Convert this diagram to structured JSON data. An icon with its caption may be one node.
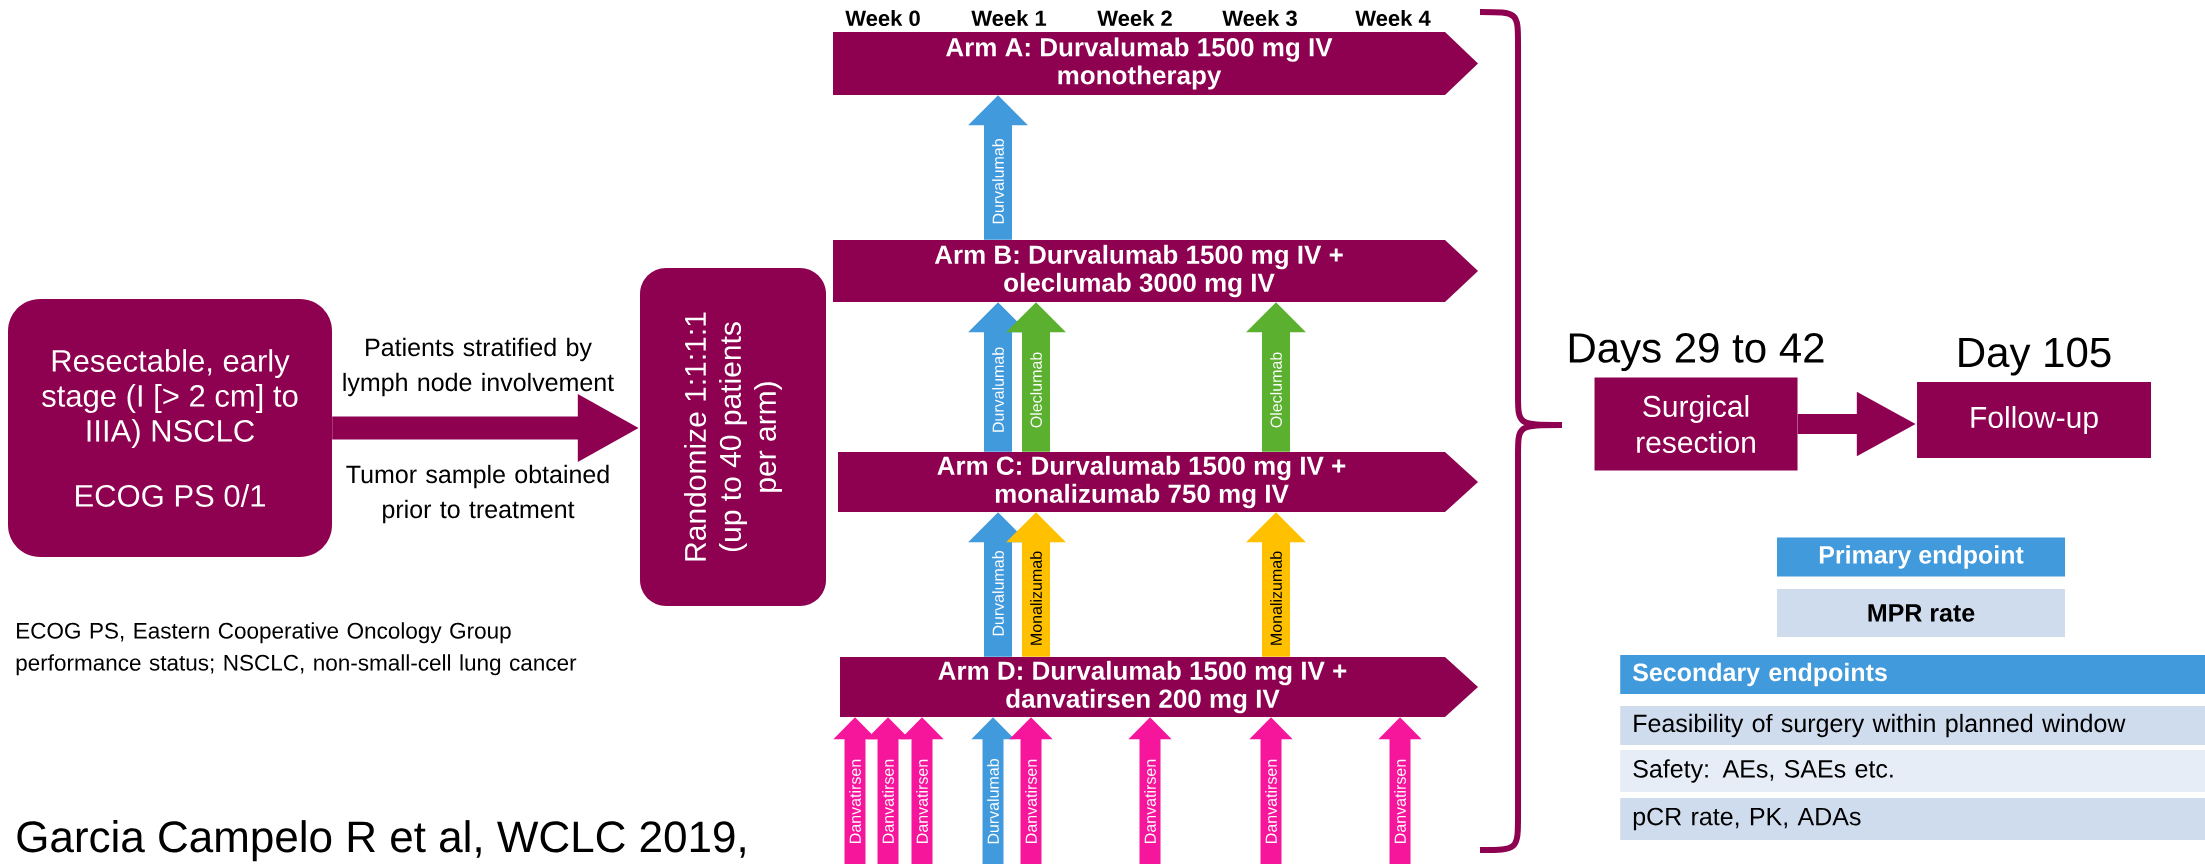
{
  "diagram": {
    "nodes": [
      {
        "text": [
          "Resectable, early stage (I [> 2 cm] to IIIA) NSCLC",
          "ECOG PS 0/1"
        ]
      },
      {
        "text": [
          "Randomize 1:1:1:1 (up to 40 patients per arm)"
        ]
      },
      {
        "text": [
          "Arm A: Durvalumab 1500 mg IV monotherapy"
        ]
      },
      {
        "text": [
          "Arm B: Durvalumab 1500 mg IV + oleclumab 3000 mg IV"
        ]
      },
      {
        "text": [
          "Arm C: Durvalumab 1500 mg IV + monalizumab 750 mg IV"
        ]
      },
      {
        "text": [
          "Arm D: Durvalumab 1500 mg IV + danvatirsen 200 mg IV"
        ]
      },
      {
        "text": [
          "Surgical resection"
        ],
        "beside": [
          "Days 29 to 42"
        ]
      },
      {
        "text": [
          "Follow-up"
        ],
        "beside": [
          "Day 105"
        ]
      }
    ],
    "edges": [
      {
        "from": 0,
        "to": 1,
        "arrow": "to",
        "color": "#8e0050"
      },
      {
        "from": 6,
        "to": 7,
        "arrow": "to",
        "color": "#8e0050"
      },
      {
        "from": 3,
        "to": 2,
        "arrow": "to",
        "label": "Durvalumab",
        "color": "#419adc"
      },
      {
        "from": 4,
        "to": 3,
        "arrow": "to",
        "label": "Durvalumab",
        "color": "#419adc"
      },
      {
        "from": 4,
        "to": 3,
        "arrow": "to",
        "label": "Oleclumab",
        "color": "#5bb030"
      },
      {
        "from": 4,
        "to": 3,
        "arrow": "to",
        "label": "Oleclumab",
        "color": "#5bb030"
      },
      {
        "from": 5,
        "to": 4,
        "arrow": "to",
        "label": "Durvalumab",
        "color": "#419adc"
      },
      {
        "from": 5,
        "to": 4,
        "arrow": "to",
        "label": "Monalizumab",
        "color": "#ffc000"
      },
      {
        "from": 5,
        "to": 4,
        "arrow": "to",
        "label": "Monalizumab",
        "color": "#ffc000"
      },
      {
        "from": null,
        "to": 5,
        "arrow": "to",
        "label": "Danvatirsen"
      },
      {
        "from": null,
        "to": 5,
        "arrow": "to",
        "label": "Danvatirsen"
      },
      {
        "from": null,
        "to": 5,
        "arrow": "to",
        "label": "Danvatirsen"
      },
      {
        "from": null,
        "to": 5,
        "arrow": "to",
        "label": "Durvalumab",
        "color": "#419adc"
      },
      {
        "from": null,
        "to": 5,
        "arrow": "to",
        "label": "Danvatirsen"
      },
      {
        "from": null,
        "to": 5,
        "arrow": "to",
        "label": "Danvatirsen"
      },
      {
        "from": null,
        "to": 5,
        "arrow": "to",
        "label": "Danvatirsen"
      },
      {
        "from": null,
        "to": 5,
        "arrow": "to",
        "label": "Danvatirsen"
      }
    ],
    "labels": [
      "Week 0",
      "Week 1",
      "Week 2",
      "Week 3",
      "Week 4",
      "Patients stratified by lymph node involvement",
      "Tumor sample obtained prior to treatment",
      "ECOG PS, Eastern Cooperative Oncology Group performance status; NSCLC, non-small-cell lung cancer",
      "Primary endpoint",
      "MPR rate",
      "Secondary endpoints",
      "Feasibility of surgery within planned window",
      "Safety: AEs, SAEs etc.",
      "pCR rate, PK, ADAs",
      "Garcia Campelo R et al, WCLC 2019,"
    ]
  }
}
